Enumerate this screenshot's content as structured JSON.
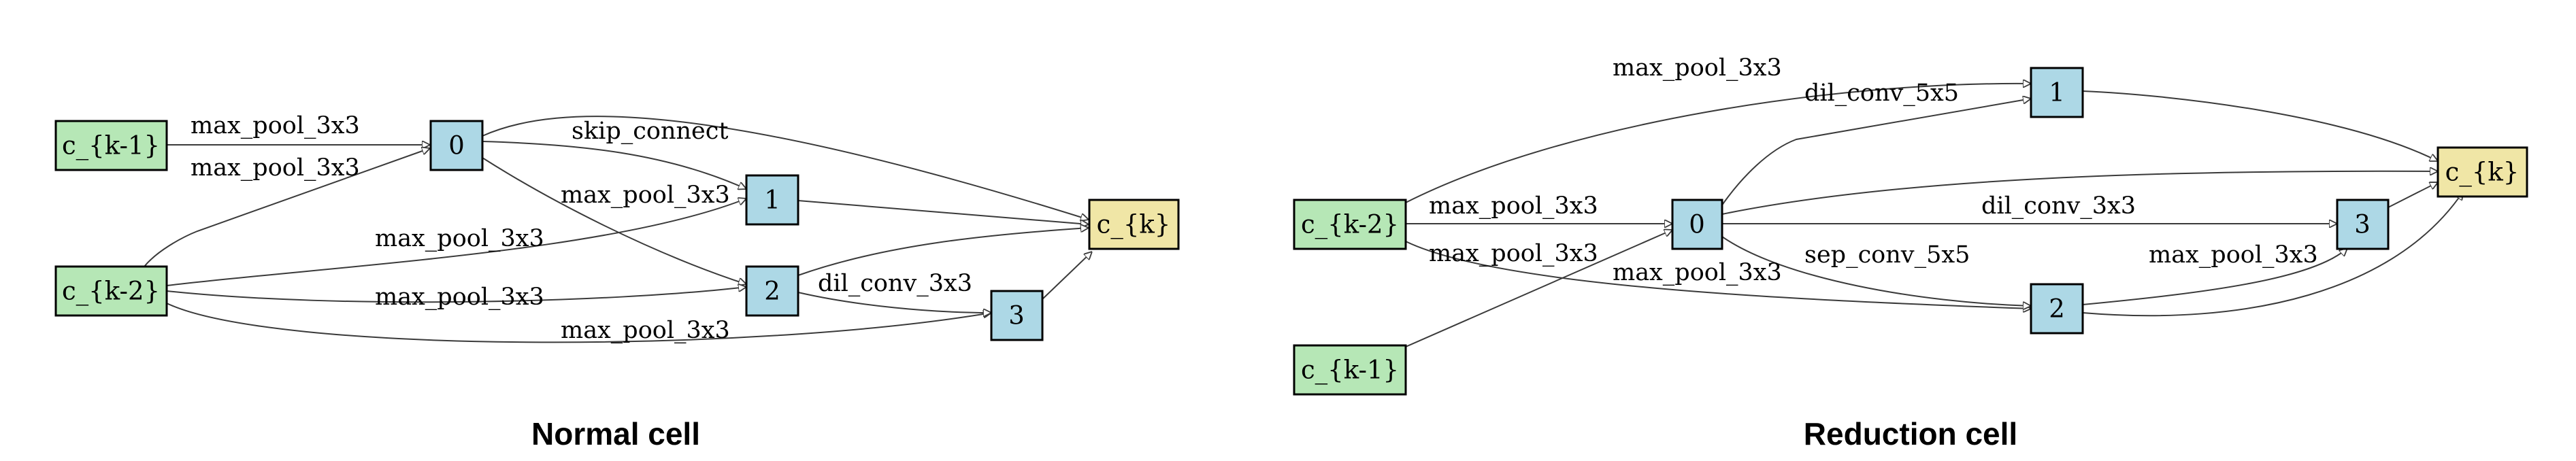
{
  "colors": {
    "input": "#b6e7b6",
    "intermediate": "#add8e6",
    "output": "#f0e6a6",
    "edge": "#3a3a3a"
  },
  "normal_cell": {
    "caption": "Normal cell",
    "nodes": {
      "ck1": "c_{k-1}",
      "ck2": "c_{k-2}",
      "n0": "0",
      "n1": "1",
      "n2": "2",
      "n3": "3",
      "ck": "c_{k}"
    },
    "edge_labels": {
      "ck1_0": "max_pool_3x3",
      "ck2_0": "max_pool_3x3",
      "0_1": "skip_connect",
      "0_2": "max_pool_3x3",
      "ck2_1": "max_pool_3x3",
      "ck2_2": "max_pool_3x3",
      "ck2_3": "max_pool_3x3",
      "2_3": "dil_conv_3x3"
    }
  },
  "reduction_cell": {
    "caption": "Reduction cell",
    "nodes": {
      "ck2": "c_{k-2}",
      "ck1": "c_{k-1}",
      "n0": "0",
      "n1": "1",
      "n2": "2",
      "n3": "3",
      "ck": "c_{k}"
    },
    "edge_labels": {
      "ck2_1": "max_pool_3x3",
      "0_1": "dil_conv_5x5",
      "ck2_0": "max_pool_3x3",
      "ck2_2": "max_pool_3x3",
      "ck1_0": "max_pool_3x3",
      "0_3": "dil_conv_3x3",
      "0_2": "sep_conv_5x5",
      "2_3": "max_pool_3x3"
    }
  }
}
